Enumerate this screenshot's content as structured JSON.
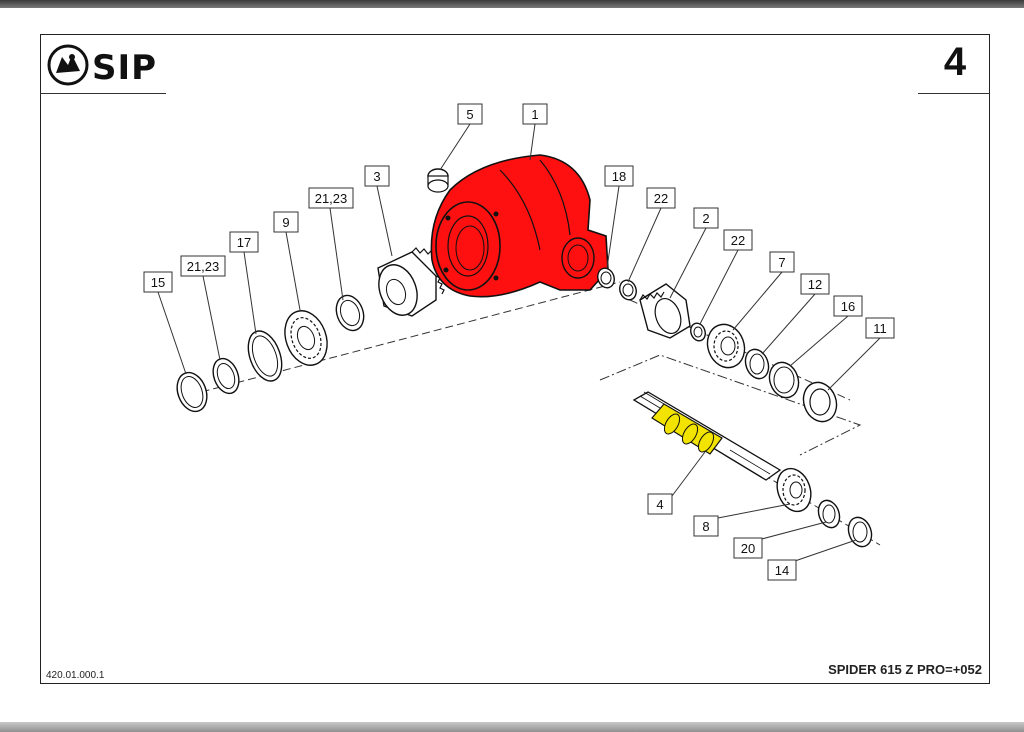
{
  "brand": {
    "name": "SIP"
  },
  "page_number": "4",
  "document_code": "420.01.000.1",
  "model": "SPIDER 615 Z PRO=+052",
  "callouts": {
    "c1": "1",
    "c2": "2",
    "c3": "3",
    "c4": "4",
    "c5": "5",
    "c7": "7",
    "c8": "8",
    "c9": "9",
    "c11": "11",
    "c12": "12",
    "c14": "14",
    "c15": "15",
    "c16": "16",
    "c17": "17",
    "c18": "18",
    "c20": "20",
    "c21a": "21,23",
    "c21b": "21,23",
    "c22a": "22",
    "c22b": "22"
  },
  "colors": {
    "housing_highlight": "#ff1010",
    "shaft_highlight": "#f2e400",
    "frame": "#222222"
  },
  "icons": {
    "logo": "sip-emblem-icon"
  }
}
